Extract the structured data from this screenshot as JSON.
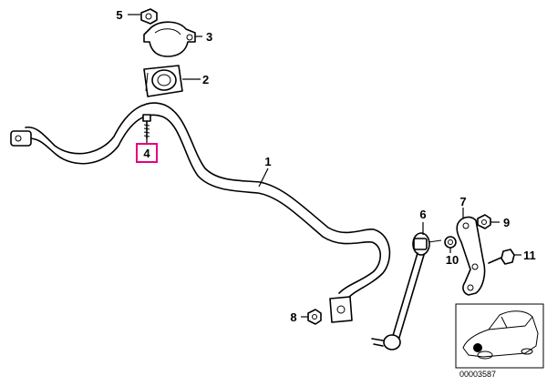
{
  "callouts": {
    "c1": "1",
    "c2": "2",
    "c3": "3",
    "c4": "4",
    "c5": "5",
    "c6": "6",
    "c7": "7",
    "c8": "8",
    "c9": "9",
    "c10": "10",
    "c11": "11"
  },
  "highlighted_callout": "4",
  "highlight_color": "#e6007e",
  "inset": {
    "ref_number": "00003587"
  }
}
